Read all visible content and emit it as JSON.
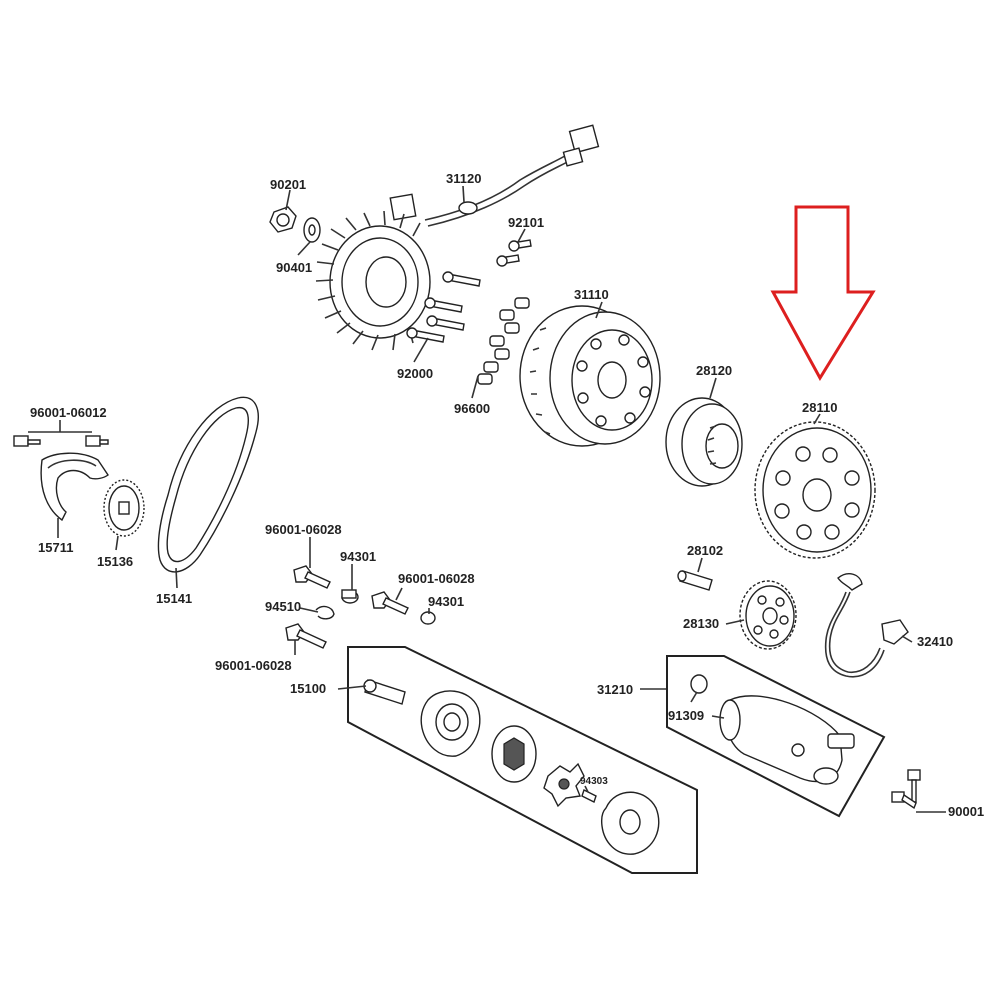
{
  "callouts": {
    "p90201": "90201",
    "p31120": "31120",
    "p92101": "92101",
    "p90401": "90401",
    "p31110": "31110",
    "p92000": "92000",
    "p28120": "28120",
    "p96600": "96600",
    "p28110": "28110",
    "p96001_06012": "96001-06012",
    "p15711": "15711",
    "p15136": "15136",
    "p15141": "15141",
    "p96001_06028_a": "96001-06028",
    "p94301_a": "94301",
    "p96001_06028_b": "96001-06028",
    "p94301_b": "94301",
    "p94510": "94510",
    "p96001_06028_c": "96001-06028",
    "p15100": "15100",
    "p28102": "28102",
    "p28130": "28130",
    "p32410": "32410",
    "p31210": "31210",
    "p91309": "91309",
    "p94303": "94303",
    "p90001": "90001"
  },
  "highlight": {
    "arrow_color": "#dd1f1f",
    "target_part": "28110"
  }
}
